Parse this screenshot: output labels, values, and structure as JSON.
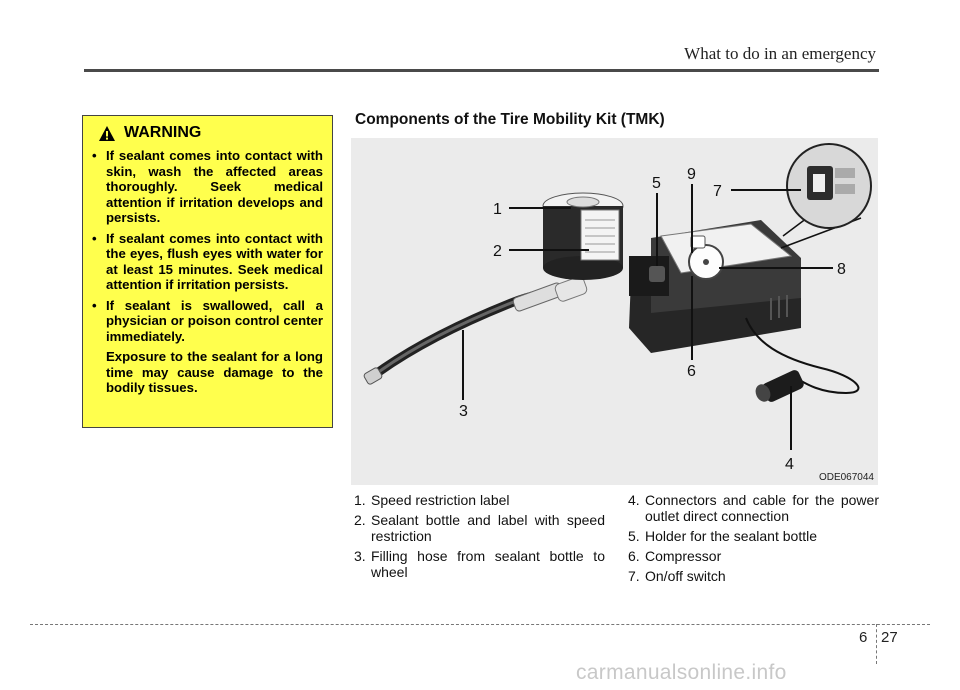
{
  "header": {
    "section_title": "What to do in an emergency"
  },
  "warning": {
    "heading": "WARNING",
    "bullets": [
      "If sealant comes into contact with skin, wash the affected areas thoroughly. Seek medical attention if irritation develops and persists.",
      "If sealant comes into contact with the eyes, flush eyes with water for at least 15 minutes. Seek medical attention if irritation persists.",
      "If sealant is swallowed, call a physician or poison control center immediately."
    ],
    "note": "Exposure to the sealant for a long time may cause damage to the bodily tissues."
  },
  "components": {
    "title": "Components of the Tire Mobility Kit (TMK)",
    "figure_code": "ODE067044",
    "callouts": [
      "1",
      "2",
      "3",
      "4",
      "5",
      "6",
      "7",
      "8",
      "9"
    ],
    "legend_left": [
      {
        "num": "1.",
        "text": "Speed restriction label"
      },
      {
        "num": "2.",
        "text": "Sealant bottle and label with speed restriction"
      },
      {
        "num": "3.",
        "text": "Filling hose from sealant bottle to wheel"
      }
    ],
    "legend_right": [
      {
        "num": "4.",
        "text": "Connectors and cable for the power outlet direct connection"
      },
      {
        "num": "5.",
        "text": "Holder for the sealant bottle"
      },
      {
        "num": "6.",
        "text": "Compressor"
      },
      {
        "num": "7.",
        "text": "On/off switch"
      }
    ]
  },
  "footer": {
    "chapter": "6",
    "page": "27",
    "watermark": "carmanualsonline.info"
  }
}
